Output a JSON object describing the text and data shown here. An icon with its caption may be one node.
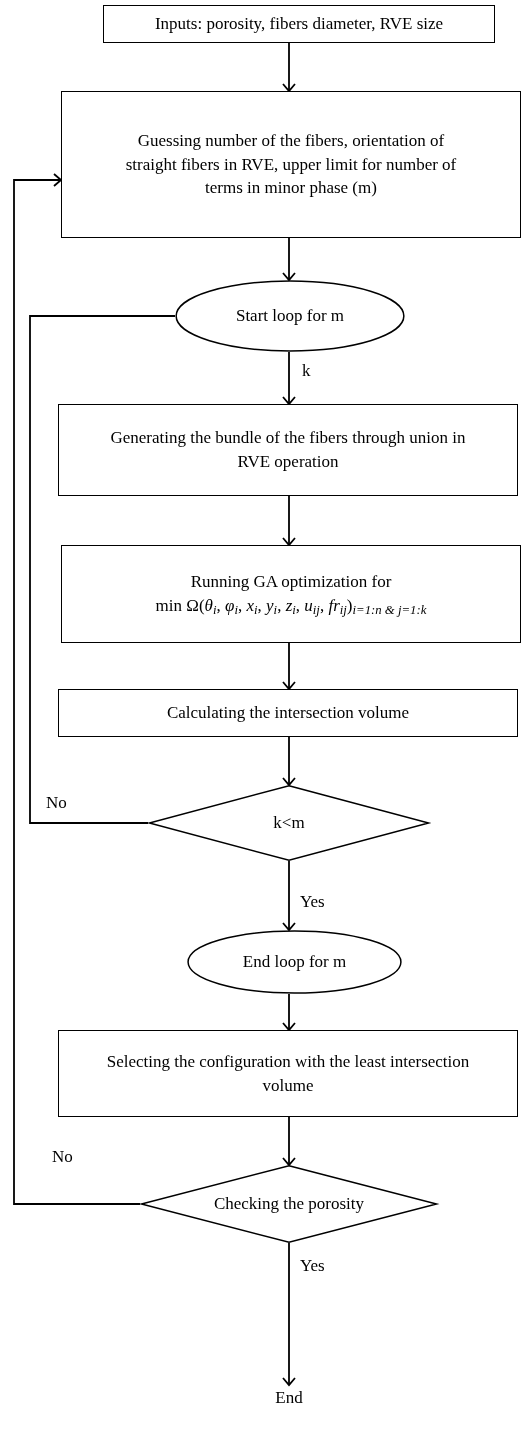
{
  "diagram": {
    "nodes": [
      {
        "text": [
          "Inputs: porosity, fibers diameter, RVE size"
        ]
      },
      {
        "text": [
          "Guessing number of the fibers, orientation of straight fibers in RVE, upper limit for number of terms in minor phase (m)"
        ]
      },
      {
        "text": [
          "Start loop for m"
        ]
      },
      {
        "text": [
          "Generating the bundle of the fibers through union in RVE operation"
        ]
      },
      {
        "text": [
          "Running GA optimization for",
          "min Ω(*θ*$_{i}$, *φ*$_{i}$, *x*$_{i}$, *y*$_{i}$, *z*$_{i}$, *u*$_{ij}$, *fr*$_{ij}$)$_{i=1:n & j=1:k}$"
        ]
      },
      {
        "text": [
          "Calculating the intersection volume"
        ]
      },
      {
        "text": [
          "k<m"
        ]
      },
      {
        "text": [
          "End loop for m"
        ]
      },
      {
        "text": [
          "Selecting the configuration with the least intersection volume"
        ]
      },
      {
        "text": [
          "Checking the porosity"
        ]
      },
      {
        "text": [
          "End"
        ]
      }
    ],
    "edges": [
      {
        "from": 0,
        "to": 1,
        "arrow": "to"
      },
      {
        "from": 1,
        "to": 2,
        "arrow": "to"
      },
      {
        "from": 2,
        "to": 3,
        "arrow": "to",
        "label": "k"
      },
      {
        "from": 3,
        "to": 4,
        "arrow": "to"
      },
      {
        "from": 4,
        "to": 5,
        "arrow": "to"
      },
      {
        "from": 5,
        "to": 6,
        "arrow": "to"
      },
      {
        "from": 6,
        "to": 7,
        "arrow": "to",
        "label": "Yes"
      },
      {
        "from": 6,
        "to": 2,
        "arrow": "none",
        "label": "No"
      },
      {
        "from": 7,
        "to": 8,
        "arrow": "to"
      },
      {
        "from": 8,
        "to": 9,
        "arrow": "to"
      },
      {
        "from": 9,
        "to": 10,
        "arrow": "to",
        "label": "Yes"
      },
      {
        "from": 9,
        "to": 1,
        "arrow": "to",
        "label": "No"
      }
    ]
  }
}
